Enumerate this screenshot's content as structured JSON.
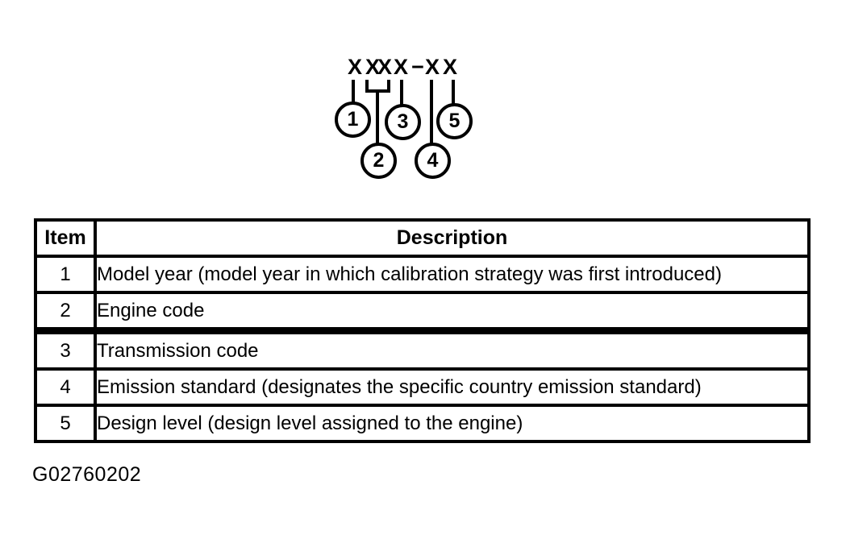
{
  "figure": {
    "code_glyphs": [
      "X",
      "XX",
      "X",
      "−",
      "X",
      "X"
    ],
    "callouts": [
      {
        "number": "1"
      },
      {
        "number": "2"
      },
      {
        "number": "3"
      },
      {
        "number": "4"
      },
      {
        "number": "5"
      }
    ]
  },
  "table": {
    "headers": {
      "item": "Item",
      "description": "Description"
    },
    "rows": [
      {
        "item": "1",
        "description": "Model year (model year in which calibration strategy was first introduced)"
      },
      {
        "item": "2",
        "description": "Engine code"
      },
      {
        "item": "3",
        "description": "Transmission code"
      },
      {
        "item": "4",
        "description": "Emission standard (designates the specific country emission standard)"
      },
      {
        "item": "5",
        "description": "Design level (design level assigned to the engine)"
      }
    ]
  },
  "caption": "G02760202",
  "colors": {
    "ink": "#000000",
    "paper": "#ffffff"
  }
}
